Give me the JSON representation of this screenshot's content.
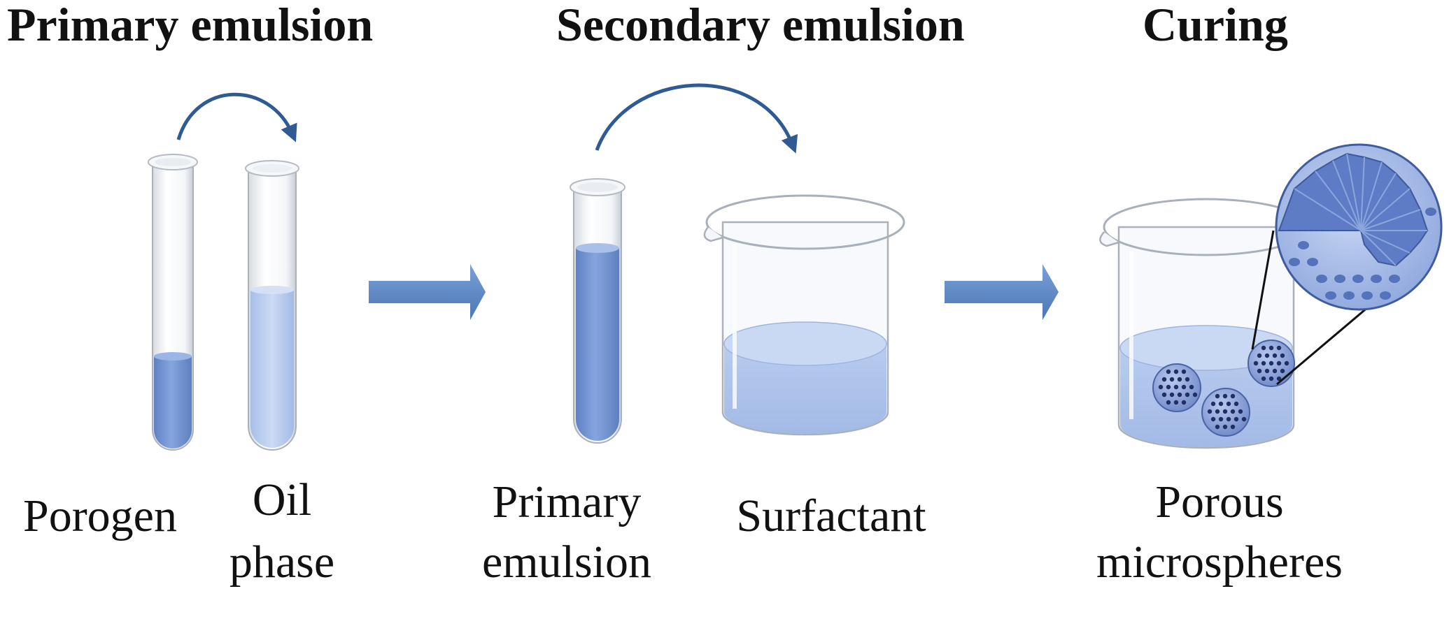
{
  "stages": {
    "primary": {
      "title": "Primary emulsion"
    },
    "secondary": {
      "title": "Secondary emulsion"
    },
    "curing": {
      "title": "Curing"
    }
  },
  "labels": {
    "porogen": "Porogen",
    "oil_phase_line1": "Oil",
    "oil_phase_line2": "phase",
    "primary_emulsion_line1": "Primary",
    "primary_emulsion_line2": "emulsion",
    "surfactant": "Surfactant",
    "porous_line1": "Porous",
    "porous_line2": "microspheres"
  },
  "colors": {
    "liquid_dark": "#7b9ad6",
    "liquid_light": "#b7cbee",
    "arrow": "#5b86c4",
    "curve_arrow": "#2f5a93",
    "glass_edge": "#a9b0ba"
  }
}
